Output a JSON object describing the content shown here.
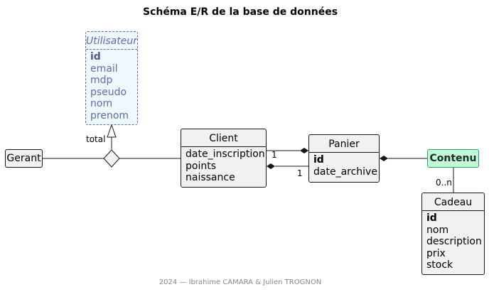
{
  "diagram": {
    "title": "Schéma E/R de la base de données",
    "footer": "2024 — Ibrahime CAMARA & Julien TROGNON",
    "entities": {
      "utilisateur": {
        "name": "Utilisateur",
        "attrs": [
          "id",
          "email",
          "mdp",
          "pseudo",
          "nom",
          "prenom"
        ]
      },
      "client": {
        "name": "Client",
        "attrs": [
          "date_inscription",
          "points",
          "naissance"
        ]
      },
      "panier": {
        "name": "Panier",
        "attrs": [
          "id",
          "date_archive"
        ]
      },
      "cadeau": {
        "name": "Cadeau",
        "attrs": [
          "id",
          "nom",
          "description",
          "prix",
          "stock"
        ]
      },
      "gerant": {
        "name": "Gerant"
      },
      "contenu": {
        "name": "Contenu"
      }
    },
    "labels": {
      "total": "total",
      "client_panier_top": "1",
      "client_panier_bottom": "1",
      "contenu_cadeau": "0..n"
    },
    "colors": {
      "entity_bg": "#f1f1f1",
      "abstract_bg": "#f0f8ff",
      "abstract_fg": "#5b6ea5",
      "association_bg": "#c1f7d8",
      "border": "#181818",
      "footer": "#888888"
    }
  }
}
